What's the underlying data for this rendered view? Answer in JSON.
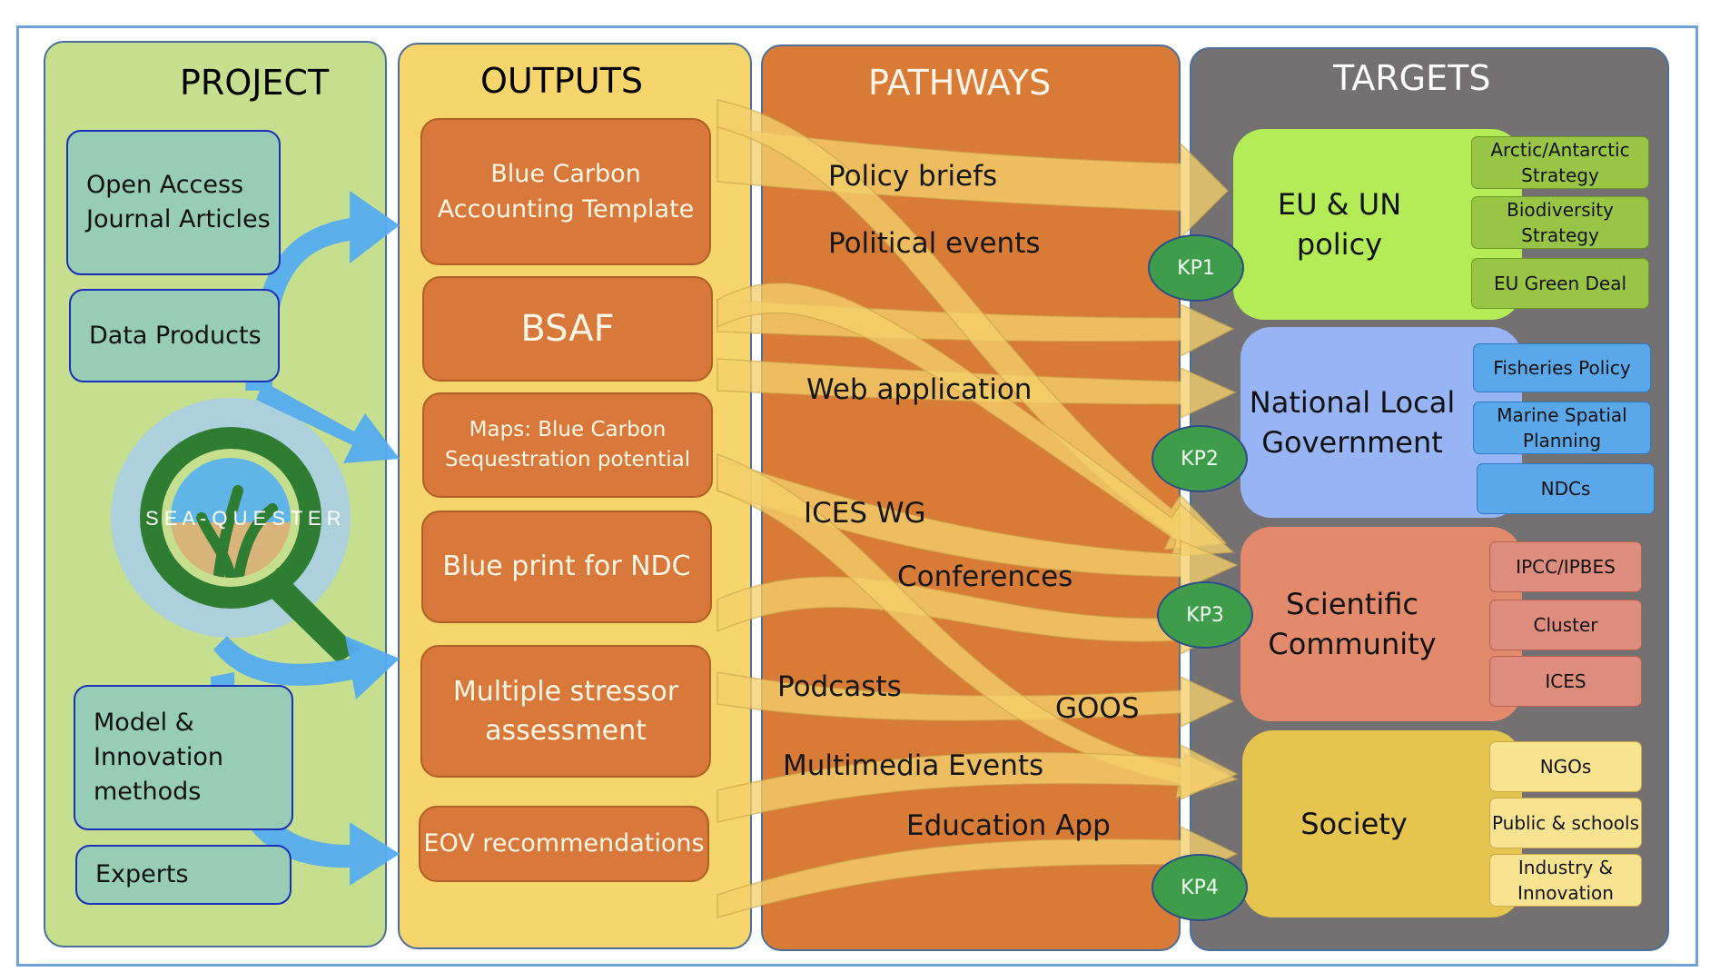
{
  "project": {
    "title": "PROJECT",
    "items": [
      "Open Access Journal Articles",
      "Data Products",
      "Model & Innovation methods",
      "Experts"
    ],
    "logo_text": "S E A - Q U E S T E R"
  },
  "outputs": {
    "title": "OUTPUTS",
    "items": [
      "Blue Carbon Accounting Template",
      "BSAF",
      "Maps: Blue Carbon Sequestration potential",
      "Blue print for NDC",
      "Multiple stressor assessment",
      "EOV recommendations"
    ]
  },
  "pathways": {
    "title": "PATHWAYS",
    "labels": [
      "Policy briefs",
      "Political events",
      "Web application",
      "ICES WG",
      "Conferences",
      "Podcasts",
      "GOOS",
      "Multimedia Events",
      "Education App"
    ]
  },
  "targets": {
    "title": "TARGETS",
    "groups": [
      {
        "name": "EU & UN policy",
        "color": "#b4ec58",
        "items": [
          "Arctic/Antarctic Strategy",
          "Biodiversity Strategy",
          "EU Green Deal"
        ],
        "item_color": "#99c546"
      },
      {
        "name": "National Local Government",
        "color": "#97b4f4",
        "items": [
          "Fisheries Policy",
          "Marine Spatial Planning",
          "NDCs"
        ],
        "item_color": "#5aa7ea"
      },
      {
        "name": "Scientific Community",
        "color": "#e48a6c",
        "items": [
          "IPCC/IPBES",
          "Cluster",
          "ICES"
        ],
        "item_color": "#de8c7d"
      },
      {
        "name": "Society",
        "color": "#e6c450",
        "items": [
          "NGOs",
          "Public & schools",
          "Industry & Innovation"
        ],
        "item_color": "#f8e391"
      }
    ]
  },
  "kp": [
    "KP1",
    "KP2",
    "KP3",
    "KP4"
  ],
  "colors": {
    "arrow_blue": "#55acef",
    "flow": "#f5d06a",
    "frame": "#6fa3d8"
  }
}
